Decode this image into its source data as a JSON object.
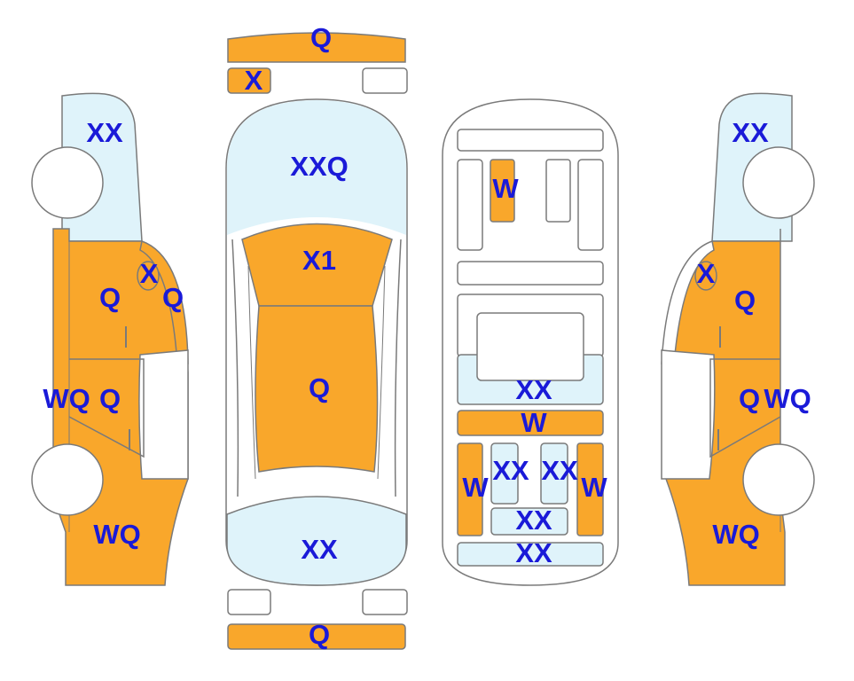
{
  "colors": {
    "damaged": "#f9a72b",
    "glass": "#dff3fa",
    "outline": "#7a7a7a",
    "label": "#1a1ad8",
    "background": "#ffffff"
  },
  "diagram": {
    "left_side": {
      "rear_window": "XX",
      "front_door_window": "X",
      "a_pillar": "Q",
      "rear_door": "Q",
      "rear_quarter": "WQ",
      "front_door": "Q",
      "front_fender": "WQ"
    },
    "top_view": {
      "front_bumper": "Q",
      "front_bumper_small_left": "X",
      "windshield": "XXQ",
      "roof_front": "X1",
      "roof_rear": "Q",
      "rear_window": "XX",
      "rear_bumper": "Q"
    },
    "interior": {
      "dash_item": "W",
      "rear_seat": "XX",
      "seat_strip": "W",
      "left_seat_side": "W",
      "left_seat": "XX",
      "right_seat": "XX",
      "right_seat_side": "W",
      "front_seat_small": "XX",
      "front_strip": "XX"
    },
    "right_side": {
      "rear_window": "XX",
      "front_door_window": "X",
      "rear_door": "Q",
      "front_door": "Q",
      "front_fender": "WQ",
      "rear_quarter": "WQ"
    }
  }
}
